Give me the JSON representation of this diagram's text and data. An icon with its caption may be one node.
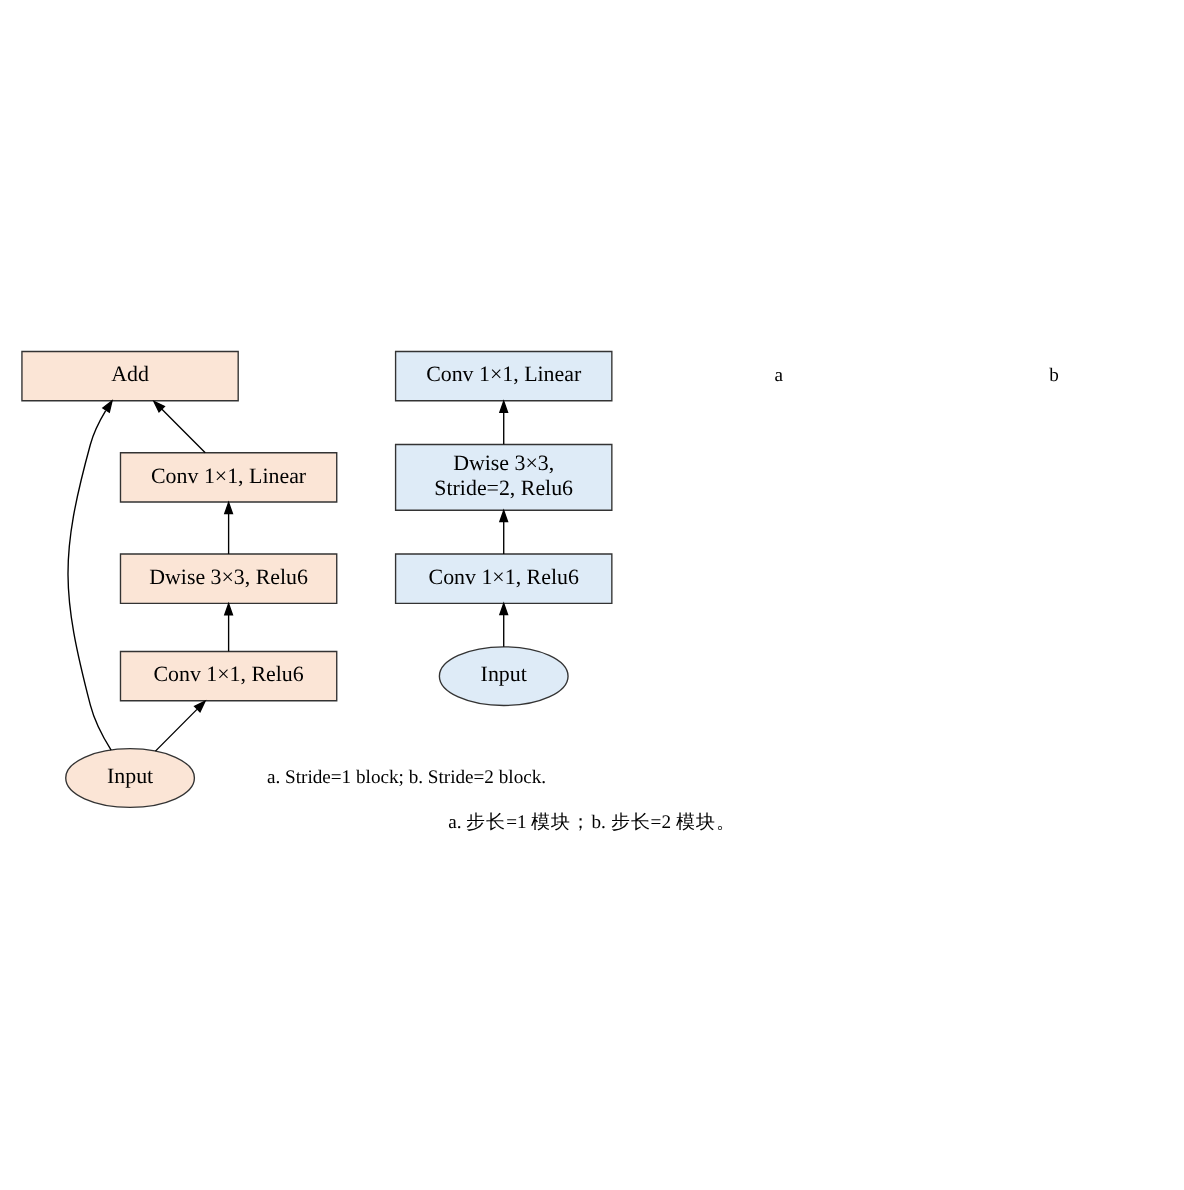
{
  "diagram": {
    "caption": "a. 步长=1 模块；b. 步长=2 模块。",
    "nodes": [
      {
        "text": [
          "Add"
        ]
      },
      {
        "text": [
          "Conv 1×1, Linear"
        ]
      },
      {
        "text": [
          "Dwise 3×3, Relu6"
        ]
      },
      {
        "text": [
          "Conv 1×1, Relu6"
        ]
      },
      {
        "text": [
          "Input"
        ]
      },
      {
        "text": [
          "Conv 1×1, Linear"
        ]
      },
      {
        "text": [
          "Dwise 3×3, Stride=2, Relu6"
        ]
      },
      {
        "text": [
          "Conv 1×1, Relu6"
        ]
      },
      {
        "text": [
          "Input"
        ]
      }
    ],
    "edges": [
      {
        "from": 4,
        "to": 3,
        "arrow": "to"
      },
      {
        "from": 3,
        "to": 2,
        "arrow": "to"
      },
      {
        "from": 2,
        "to": 1,
        "arrow": "to"
      },
      {
        "from": 1,
        "to": 0,
        "arrow": "to"
      },
      {
        "from": 4,
        "to": 0,
        "arrow": "to"
      },
      {
        "from": 8,
        "to": 7,
        "arrow": "to"
      },
      {
        "from": 7,
        "to": 6,
        "arrow": "to"
      },
      {
        "from": 6,
        "to": 5,
        "arrow": "to"
      }
    ],
    "labels": [
      "a",
      "b",
      "a. Stride=1 block; b. Stride=2 block."
    ]
  }
}
